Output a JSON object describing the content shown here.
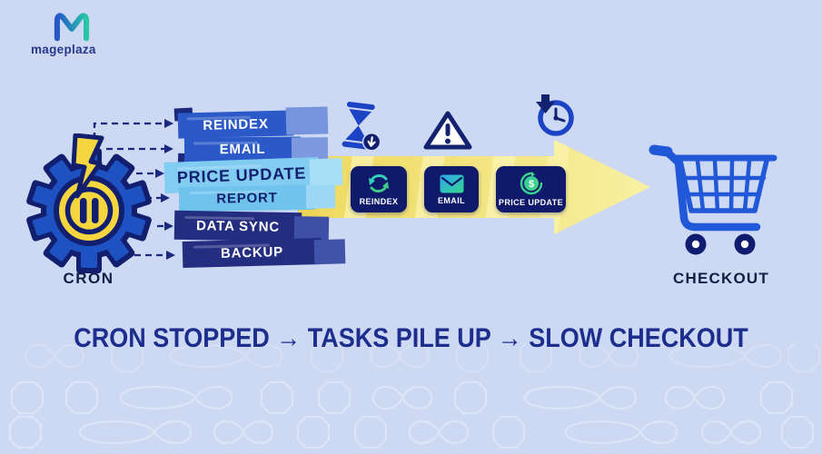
{
  "brand": {
    "logo_text": "mageplaza"
  },
  "cron": {
    "label": "CRON"
  },
  "task_pile": [
    {
      "label": "REINDEX"
    },
    {
      "label": "EMAIL"
    },
    {
      "label": "PRICE UPDATE"
    },
    {
      "label": "REPORT"
    },
    {
      "label": "DATA SYNC"
    },
    {
      "label": "BACKUP"
    }
  ],
  "pipeline": {
    "badges": [
      {
        "label": "REINDEX",
        "icon": "sync-refresh-icon"
      },
      {
        "label": "EMAIL",
        "icon": "envelope-icon"
      },
      {
        "label": "PRICE UPDATE",
        "icon": "dollar-coin-icon"
      }
    ],
    "status_icons": [
      "hourglass-delay-icon",
      "warning-alert-icon",
      "clock-delay-icon"
    ]
  },
  "checkout": {
    "label": "CHECKOUT"
  },
  "headline": "CRON STOPPED → TASKS PILE UP → SLOW CHECKOUT",
  "colors": {
    "background": "#cdd9f2",
    "navy": "#1b2a80",
    "badge_navy": "#101a6b",
    "blue_bar": "#2b5ac8",
    "light_blue_bar": "#82cbf1",
    "dark_navy_bar": "#232e80",
    "arrow_yellow": "#f0dd66",
    "gear_blue": "#1e51c1",
    "gear_yellow": "#f6d63e",
    "cart_blue": "#2158d8",
    "accent_green": "#35d68f"
  }
}
